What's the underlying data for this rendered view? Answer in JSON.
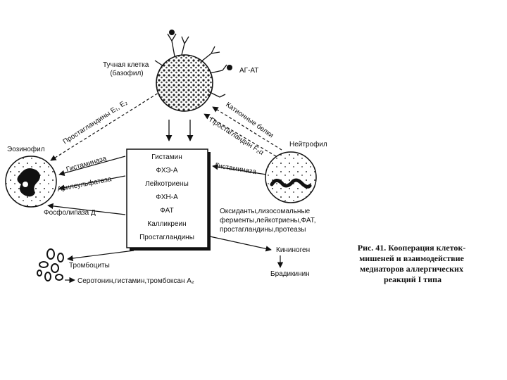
{
  "figure": {
    "caption": [
      "Рис. 41. Кооперация клеток-",
      "мишеней и взаимодействие",
      "медиаторов аллергических",
      "реакций I типа"
    ]
  },
  "cells": {
    "mast_cell": [
      "Тучная клетка",
      "(базофил)"
    ],
    "antigen_antibody": "АГ-АТ",
    "eosinophil": "Эозинофил",
    "neutrophil": "Нейтрофил",
    "platelets": "Тромбоциты"
  },
  "mediators_box": [
    "Гистамин",
    "ФХЭ-А",
    "Лейкотриены",
    "ФХН-А",
    "ФАТ",
    "Калликреин",
    "Простагландины"
  ],
  "arrow_labels": {
    "prostaglandins_e": "Простагландины Е₁, Е₂",
    "histaminase_left": "Гистаминаза",
    "arylsulfatase": "Арилсульфатаза",
    "phospholipase": "Фосфолипаза Д",
    "cationic_proteins": "Катионные белки",
    "prostaglandin_f": "Простагландин F₂α",
    "histaminase_right": "Гистаминаза"
  },
  "neutrophil_products": [
    "Оксиданты,лизосомальные",
    "ферменты,лейкотриены,ФАТ,",
    "простагландины,протеазы"
  ],
  "kininogen": "Кининоген",
  "bradykinin": "Брадикинин",
  "platelet_products": "Серотонин,гистамин,тромбоксан А₂"
}
